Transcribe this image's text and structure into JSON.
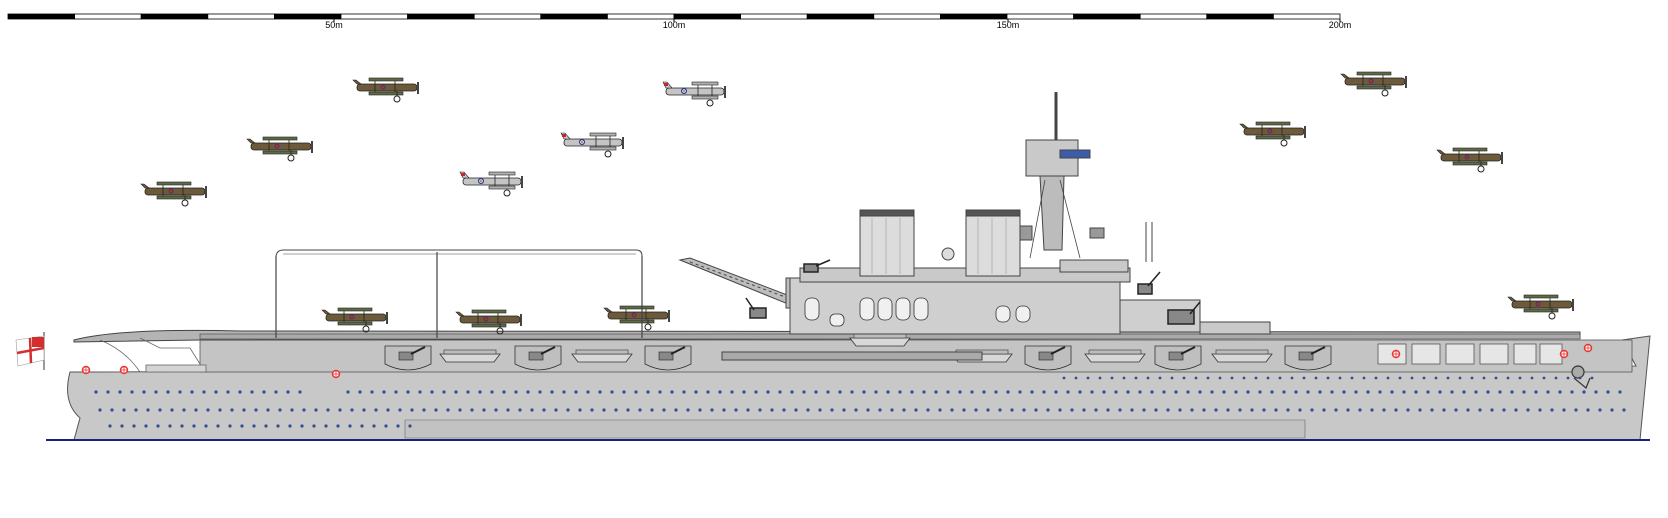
{
  "scale_bar": {
    "labels": [
      "50m",
      "100m",
      "150m",
      "200m"
    ],
    "segments": 20,
    "colors": {
      "dark": "#000000",
      "light": "#ffffff",
      "outline": "#000000"
    }
  },
  "colors": {
    "hull": "#c8c8c8",
    "hull_outline": "#555555",
    "deck": "#b4b4b4",
    "superstructure": "#cfcfcf",
    "porthole": "#2f4f8f",
    "waterline": "#1a237e",
    "lifebuoy": "#e53935",
    "ensign_red": "#d32f2f",
    "aircraft_camo_brown": "#6d5a3a",
    "aircraft_camo_green": "#5f6b45",
    "aircraft_silver": "#b8b8b8",
    "roundel_blue": "#1e3a8a",
    "roundel_red": "#c62828"
  },
  "icons": {
    "ensign": "white-ensign-icon",
    "biplane": "biplane-icon",
    "lifeboat": "lifeboat-icon",
    "anchor": "anchor-icon",
    "crane": "crane-icon",
    "funnel": "funnel-icon",
    "mast": "mast-icon",
    "aa-gun": "aa-gun-icon",
    "lifebuoy": "lifebuoy-icon"
  }
}
